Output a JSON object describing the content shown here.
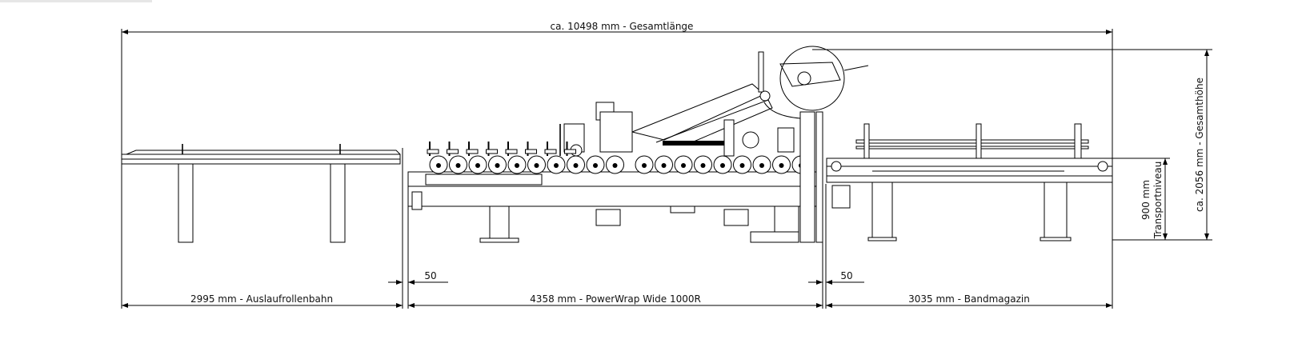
{
  "dimensions": {
    "total_length": "ca. 10498 mm - Gesamtlänge",
    "total_height": "ca. 2056 mm - Gesamthöhe",
    "transport_level_value": "900 mm",
    "transport_level_label": "Transportniveau",
    "gap_left": "50",
    "gap_right": "50",
    "outfeed": "2995 mm - Auslaufrollenbahn",
    "machine": "4358 mm - PowerWrap Wide 1000R",
    "magazine": "3035 mm - Bandmagazin"
  }
}
